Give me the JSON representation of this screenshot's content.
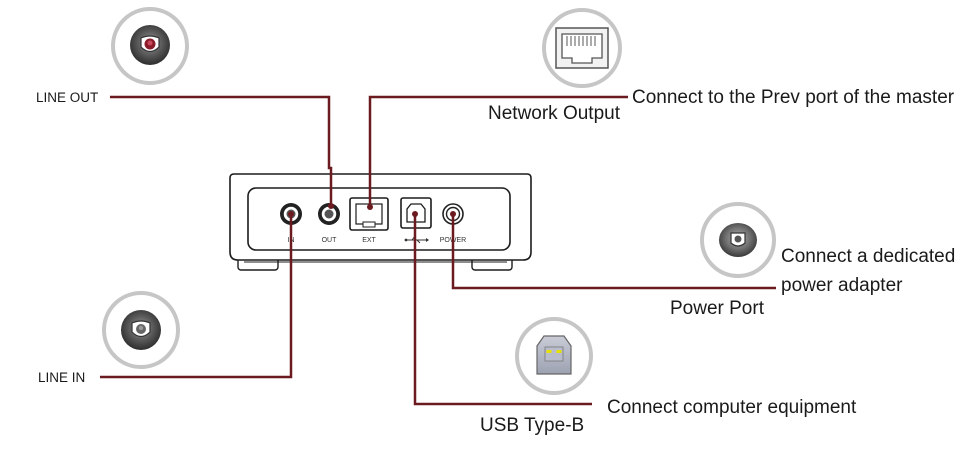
{
  "labels": {
    "line_out": "LINE OUT",
    "line_in": "LINE IN",
    "network_output": "Network Output",
    "network_desc": "Connect to the Prev port of the master",
    "power_desc_line1": "Connect a dedicated",
    "power_desc_line2": "power adapter",
    "power_port": "Power Port",
    "usb_type_b": "USB Type-B",
    "usb_desc": "Connect computer equipment"
  },
  "port_labels": {
    "in": "IN",
    "out": "OUT",
    "ext": "EXT",
    "power": "POWER"
  },
  "colors": {
    "leader": "#6b1a1f",
    "circle_border": "#c6c6c6",
    "jack_red": "#8b1c2a",
    "usb_pin": "#e8e000"
  },
  "icons": [
    "line-out-jack-icon",
    "line-in-jack-icon",
    "rj-network-port-icon",
    "power-jack-icon",
    "usb-type-b-icon",
    "usb-symbol-icon"
  ]
}
